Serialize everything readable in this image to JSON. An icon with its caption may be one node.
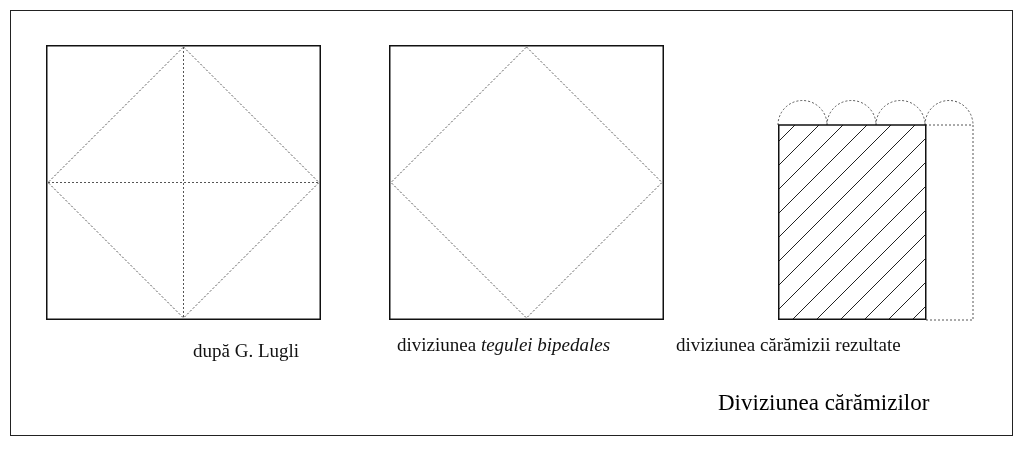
{
  "diagram": {
    "caption": "Diviziunea cărămizilor",
    "nodes": [
      {
        "text": [],
        "shape": "box",
        "beside": [
          "după G. Lugli"
        ]
      },
      {
        "text": [],
        "shape": "box",
        "beside": [
          "diviziunea *tegulei bipedales*"
        ]
      },
      {
        "text": [],
        "shape": "box",
        "beside": [
          "diviziunea cărămizii rezultate"
        ]
      }
    ]
  }
}
